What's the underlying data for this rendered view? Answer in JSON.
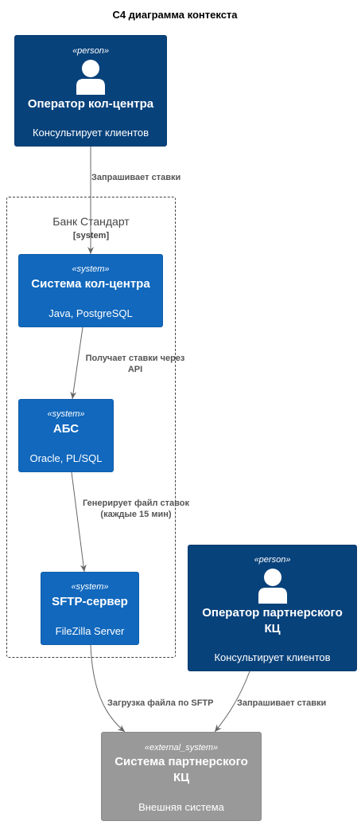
{
  "title": "C4 диаграмма контекста",
  "boundary": {
    "name": "Банк Стандарт",
    "type": "[system]"
  },
  "nodes": {
    "operator_cc": {
      "stereotype": "«person»",
      "name": "Оператор кол-центра",
      "description": "Консультирует клиентов",
      "icon": "person-icon"
    },
    "cc_system": {
      "stereotype": "«system»",
      "name": "Система кол-центра",
      "description": "Java, PostgreSQL"
    },
    "abs": {
      "stereotype": "«system»",
      "name": "АБС",
      "description": "Oracle, PL/SQL"
    },
    "sftp": {
      "stereotype": "«system»",
      "name": "SFTP-сервер",
      "description": "FileZilla Server"
    },
    "partner_operator": {
      "stereotype": "«person»",
      "name_line1": "Оператор партнерского",
      "name_line2": "КЦ",
      "description": "Консультирует клиентов",
      "icon": "person-icon"
    },
    "partner_system": {
      "stereotype": "«external_system»",
      "name_line1": "Система партнерского",
      "name_line2": "КЦ",
      "description": "Внешняя система"
    }
  },
  "edges": {
    "e1": "Запрашивает ставки",
    "e2_line1": "Получает ставки через",
    "e2_line2": "API",
    "e3_line1": "Генерирует файл ставок",
    "e3_line2": "(каждые 15 мин)",
    "e4": "Загрузка файла по SFTP",
    "e5": "Запрашивает ставки"
  },
  "colors": {
    "person": "#08427b",
    "system": "#1168bd",
    "external_system": "#999999",
    "edge": "#666666"
  }
}
